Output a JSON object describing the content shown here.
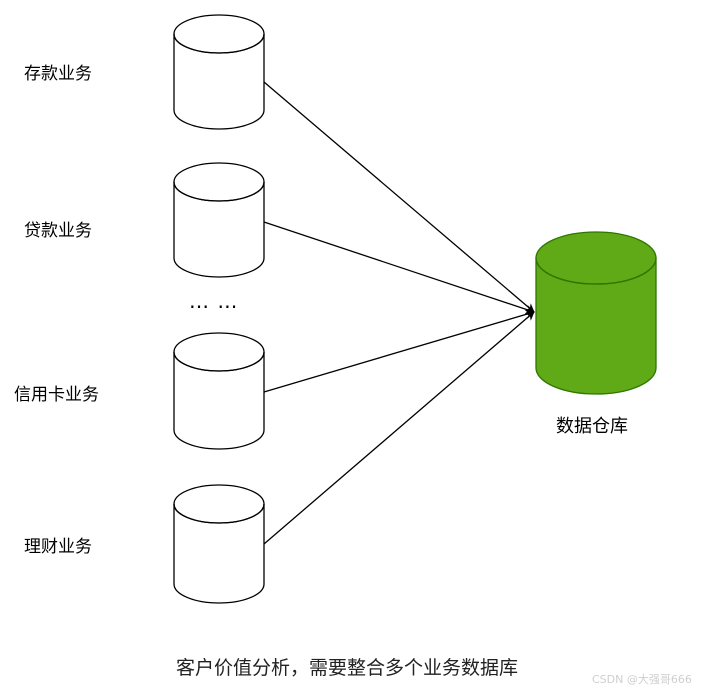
{
  "sources": [
    {
      "label": "存款业务"
    },
    {
      "label": "贷款业务"
    },
    {
      "label": "信用卡业务"
    },
    {
      "label": "理财业务"
    }
  ],
  "ellipsis": "…  …",
  "target": {
    "label": "数据仓库",
    "fill_color": "#60a917",
    "stroke_color": "#2d7600"
  },
  "caption": "客户价值分析，需要整合多个业务数据库",
  "watermark": "CSDN @大强哥666",
  "colors": {
    "line": "#000000",
    "source_fill": "#ffffff",
    "source_stroke": "#000000"
  }
}
